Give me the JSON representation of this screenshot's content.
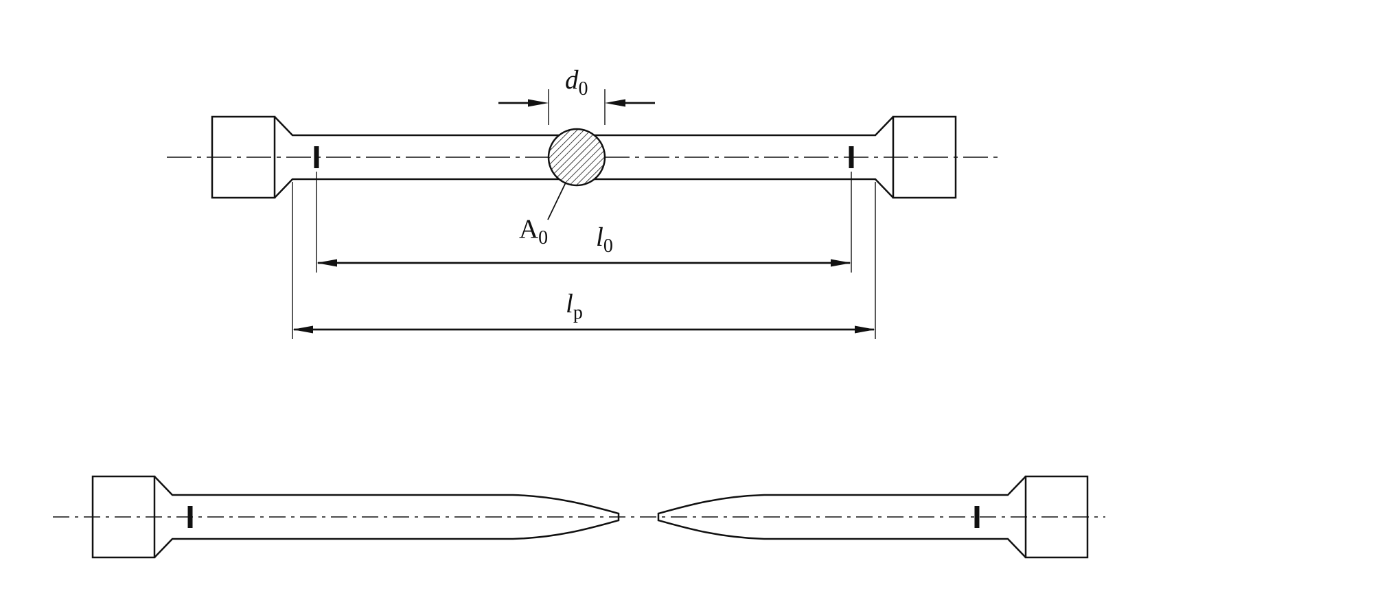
{
  "figure": {
    "colors": {
      "ink": "#111111",
      "background": "#ffffff"
    },
    "labels": {
      "d0": {
        "base": "d",
        "sub": "0"
      },
      "a0": {
        "base": "A",
        "sub": "0"
      },
      "l0": {
        "base": "l",
        "sub": "0"
      },
      "lp": {
        "base": "l",
        "sub": "p"
      }
    }
  }
}
